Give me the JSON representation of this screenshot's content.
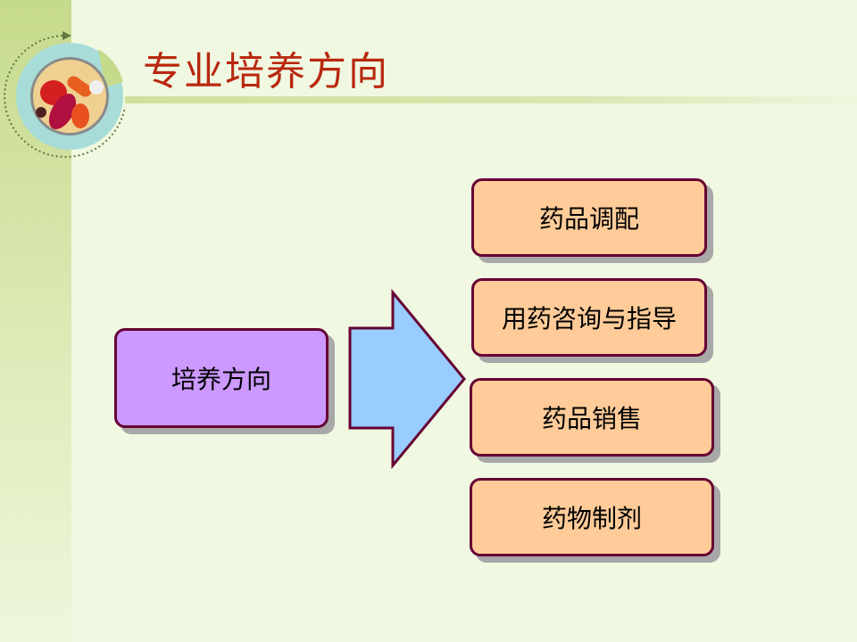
{
  "slide": {
    "title": "专业培养方向",
    "source": "培养方向",
    "targets": [
      "药品调配",
      "用药咨询与指导",
      "药品销售",
      "药物制剂"
    ]
  },
  "colors": {
    "title": "#b8280e",
    "source_fill": "#cc99ff",
    "target_fill": "#ffcc99",
    "arrow_fill": "#99ccff",
    "border": "#660033"
  }
}
